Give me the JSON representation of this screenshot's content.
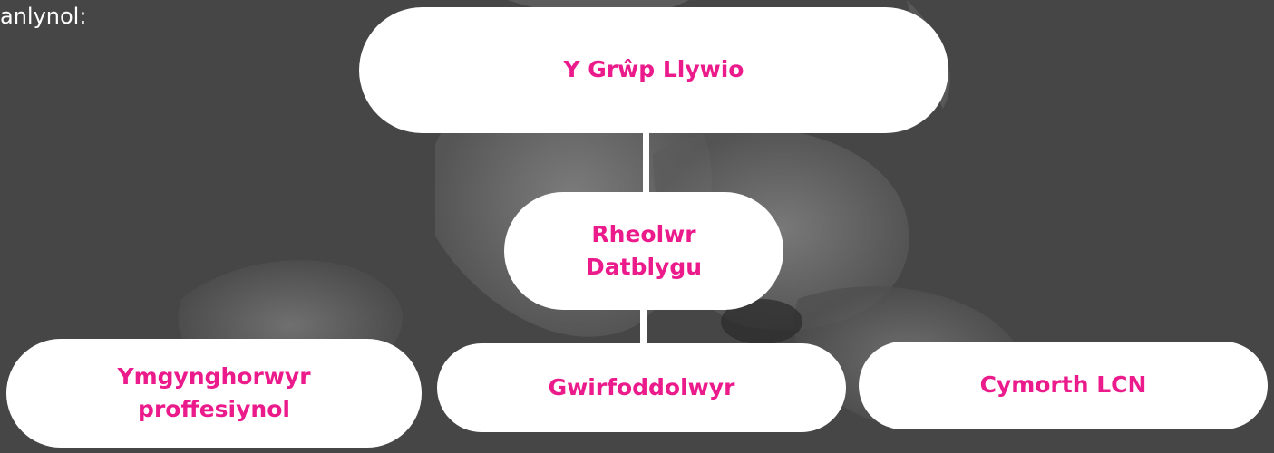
{
  "intro_text": "anlynol:",
  "colors": {
    "node_text": "#ec1b8c",
    "node_fill": "#ffffff",
    "background": "#4a4a4a"
  },
  "org_chart": {
    "top": "Y Grŵp Llywio",
    "middle_line1": "Rheolwr",
    "middle_line2": "Datblygu",
    "bottom": {
      "left_line1": "Ymgynghorwyr",
      "left_line2": "proffesiynol",
      "center": "Gwirfoddolwyr",
      "right": "Cymorth LCN"
    }
  }
}
